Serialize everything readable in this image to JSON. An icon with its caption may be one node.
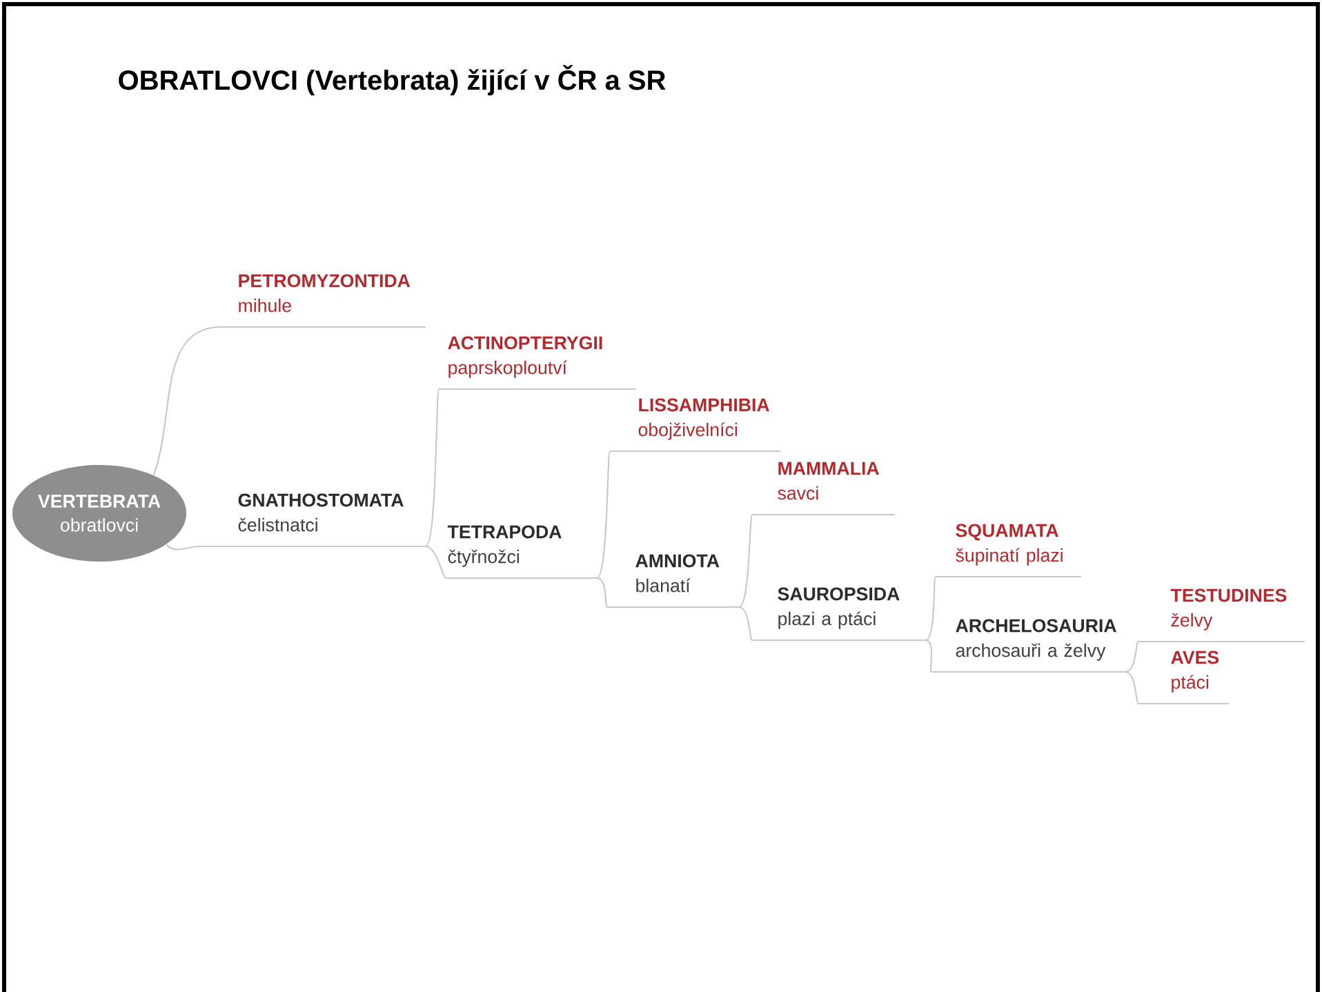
{
  "diagram": {
    "title": "OBRATLOVCI (Vertebrata) žijící v ČR a SR",
    "nodes": [
      {
        "text": [
          "VERTEBRATA",
          "obratlovci"
        ]
      },
      {
        "text": [
          "PETROMYZONTIDA",
          "mihule"
        ]
      },
      {
        "text": [
          "GNATHOSTOMATA",
          "čelistnatci"
        ]
      },
      {
        "text": [
          "ACTINOPTERYGII",
          "paprskoploutví"
        ]
      },
      {
        "text": [
          "TETRAPODA",
          "čtyřnožci"
        ]
      },
      {
        "text": [
          "LISSAMPHIBIA",
          "obojživelníci"
        ]
      },
      {
        "text": [
          "AMNIOTA",
          "blanatí"
        ]
      },
      {
        "text": [
          "MAMMALIA",
          "savci"
        ]
      },
      {
        "text": [
          "SAUROPSIDA",
          "plazi a ptáci"
        ]
      },
      {
        "text": [
          "SQUAMATA",
          "šupinatí plazi"
        ]
      },
      {
        "text": [
          "ARCHELOSAURIA",
          "archosauři a želvy"
        ]
      },
      {
        "text": [
          "TESTUDINES",
          "želvy"
        ]
      },
      {
        "text": [
          "AVES",
          "ptáci"
        ]
      }
    ],
    "edges": [
      {
        "from": 0,
        "to": 1,
        "arrow": "none"
      },
      {
        "from": 0,
        "to": 2,
        "arrow": "none"
      },
      {
        "from": 2,
        "to": 3,
        "arrow": "none"
      },
      {
        "from": 2,
        "to": 4,
        "arrow": "none"
      },
      {
        "from": 4,
        "to": 5,
        "arrow": "none"
      },
      {
        "from": 4,
        "to": 6,
        "arrow": "none"
      },
      {
        "from": 6,
        "to": 7,
        "arrow": "none"
      },
      {
        "from": 6,
        "to": 8,
        "arrow": "none"
      },
      {
        "from": 8,
        "to": 9,
        "arrow": "none"
      },
      {
        "from": 8,
        "to": 10,
        "arrow": "none"
      },
      {
        "from": 10,
        "to": 11,
        "arrow": "none"
      },
      {
        "from": 10,
        "to": 12,
        "arrow": "none"
      }
    ]
  }
}
